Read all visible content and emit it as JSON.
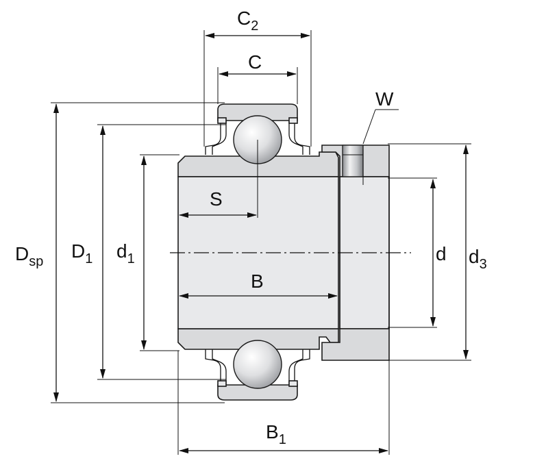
{
  "diagram": {
    "labels": {
      "D_sp": {
        "base": "D",
        "sub": "sp"
      },
      "D_1": {
        "base": "D",
        "sub": "1"
      },
      "d_1": {
        "base": "d",
        "sub": "1"
      },
      "S": {
        "base": "S"
      },
      "B": {
        "base": "B"
      },
      "C": {
        "base": "C"
      },
      "C_2": {
        "base": "C",
        "sub": "2"
      },
      "W": {
        "base": "W"
      },
      "d": {
        "base": "d"
      },
      "d_3": {
        "base": "d",
        "sub": "3"
      },
      "B_1": {
        "base": "B",
        "sub": "1"
      }
    },
    "colors": {
      "steel": "#d9dadc",
      "steel_light": "#e8e9eb",
      "line": "#111111"
    }
  }
}
